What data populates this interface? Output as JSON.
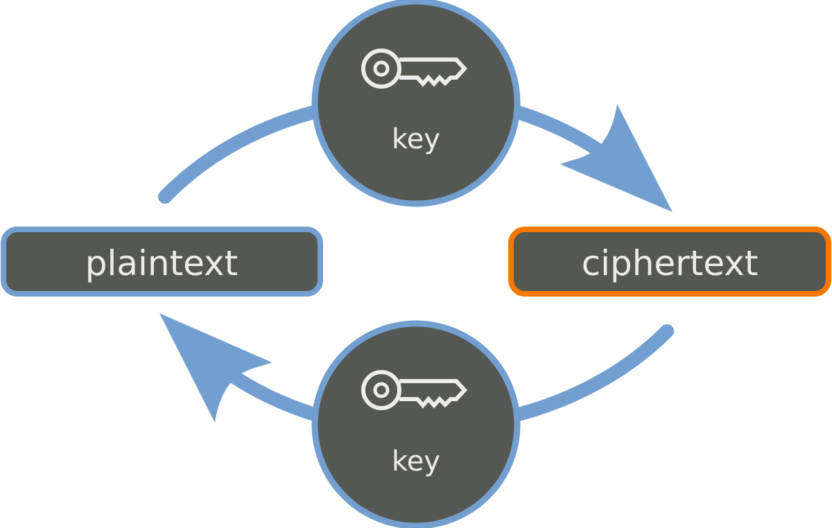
{
  "colors": {
    "arrow": "#729fcf",
    "fill": "#555753",
    "text": "#ececec",
    "highlight": "#f57900",
    "background": "#ffffff"
  },
  "nodes": {
    "plaintext": {
      "label": "plaintext",
      "border_color": "#729fcf"
    },
    "ciphertext": {
      "label": "ciphertext",
      "border_color": "#f57900"
    }
  },
  "keys": {
    "top": {
      "label": "key",
      "icon": "key-icon"
    },
    "bottom": {
      "label": "key",
      "icon": "key-icon"
    }
  },
  "edges": [
    {
      "from": "plaintext",
      "to": "ciphertext",
      "via": "top-key",
      "direction": "clockwise"
    },
    {
      "from": "ciphertext",
      "to": "plaintext",
      "via": "bottom-key",
      "direction": "clockwise"
    }
  ]
}
